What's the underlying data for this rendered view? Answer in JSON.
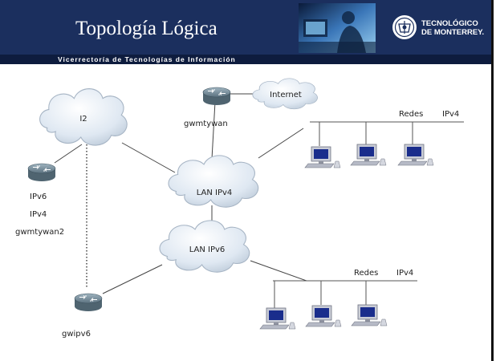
{
  "header": {
    "title": "Topología Lógica",
    "subtitle": "Vicerrectoría de Tecnologías de Información",
    "logo_line1": "TECNOLÓGICO",
    "logo_line2": "DE MONTERREY."
  },
  "clouds": {
    "i2": "I2",
    "internet": "Internet",
    "lan_ipv4": "LAN IPv4",
    "lan_ipv6": "LAN IPv6"
  },
  "routers": {
    "gwmtywan": "gwmtywan",
    "gwmtywan2_line1": "IPv6",
    "gwmtywan2_line2": "IPv4",
    "gwmtywan2_line3": "gwmtywan2",
    "gwipv6": "gwipv6"
  },
  "networks": {
    "upper_label1": "Redes",
    "upper_label2": "IPv4",
    "lower_label1": "Redes",
    "lower_label2": "IPv4"
  },
  "colors": {
    "header_bg": "#1b2f5e",
    "cloud_fill": "#dfe8f2",
    "router_body": "#4f6470",
    "computer_screen": "#1a2d8c"
  },
  "icons": {
    "router": "router-icon",
    "computer": "computer-icon",
    "cloud": "cloud-icon"
  }
}
